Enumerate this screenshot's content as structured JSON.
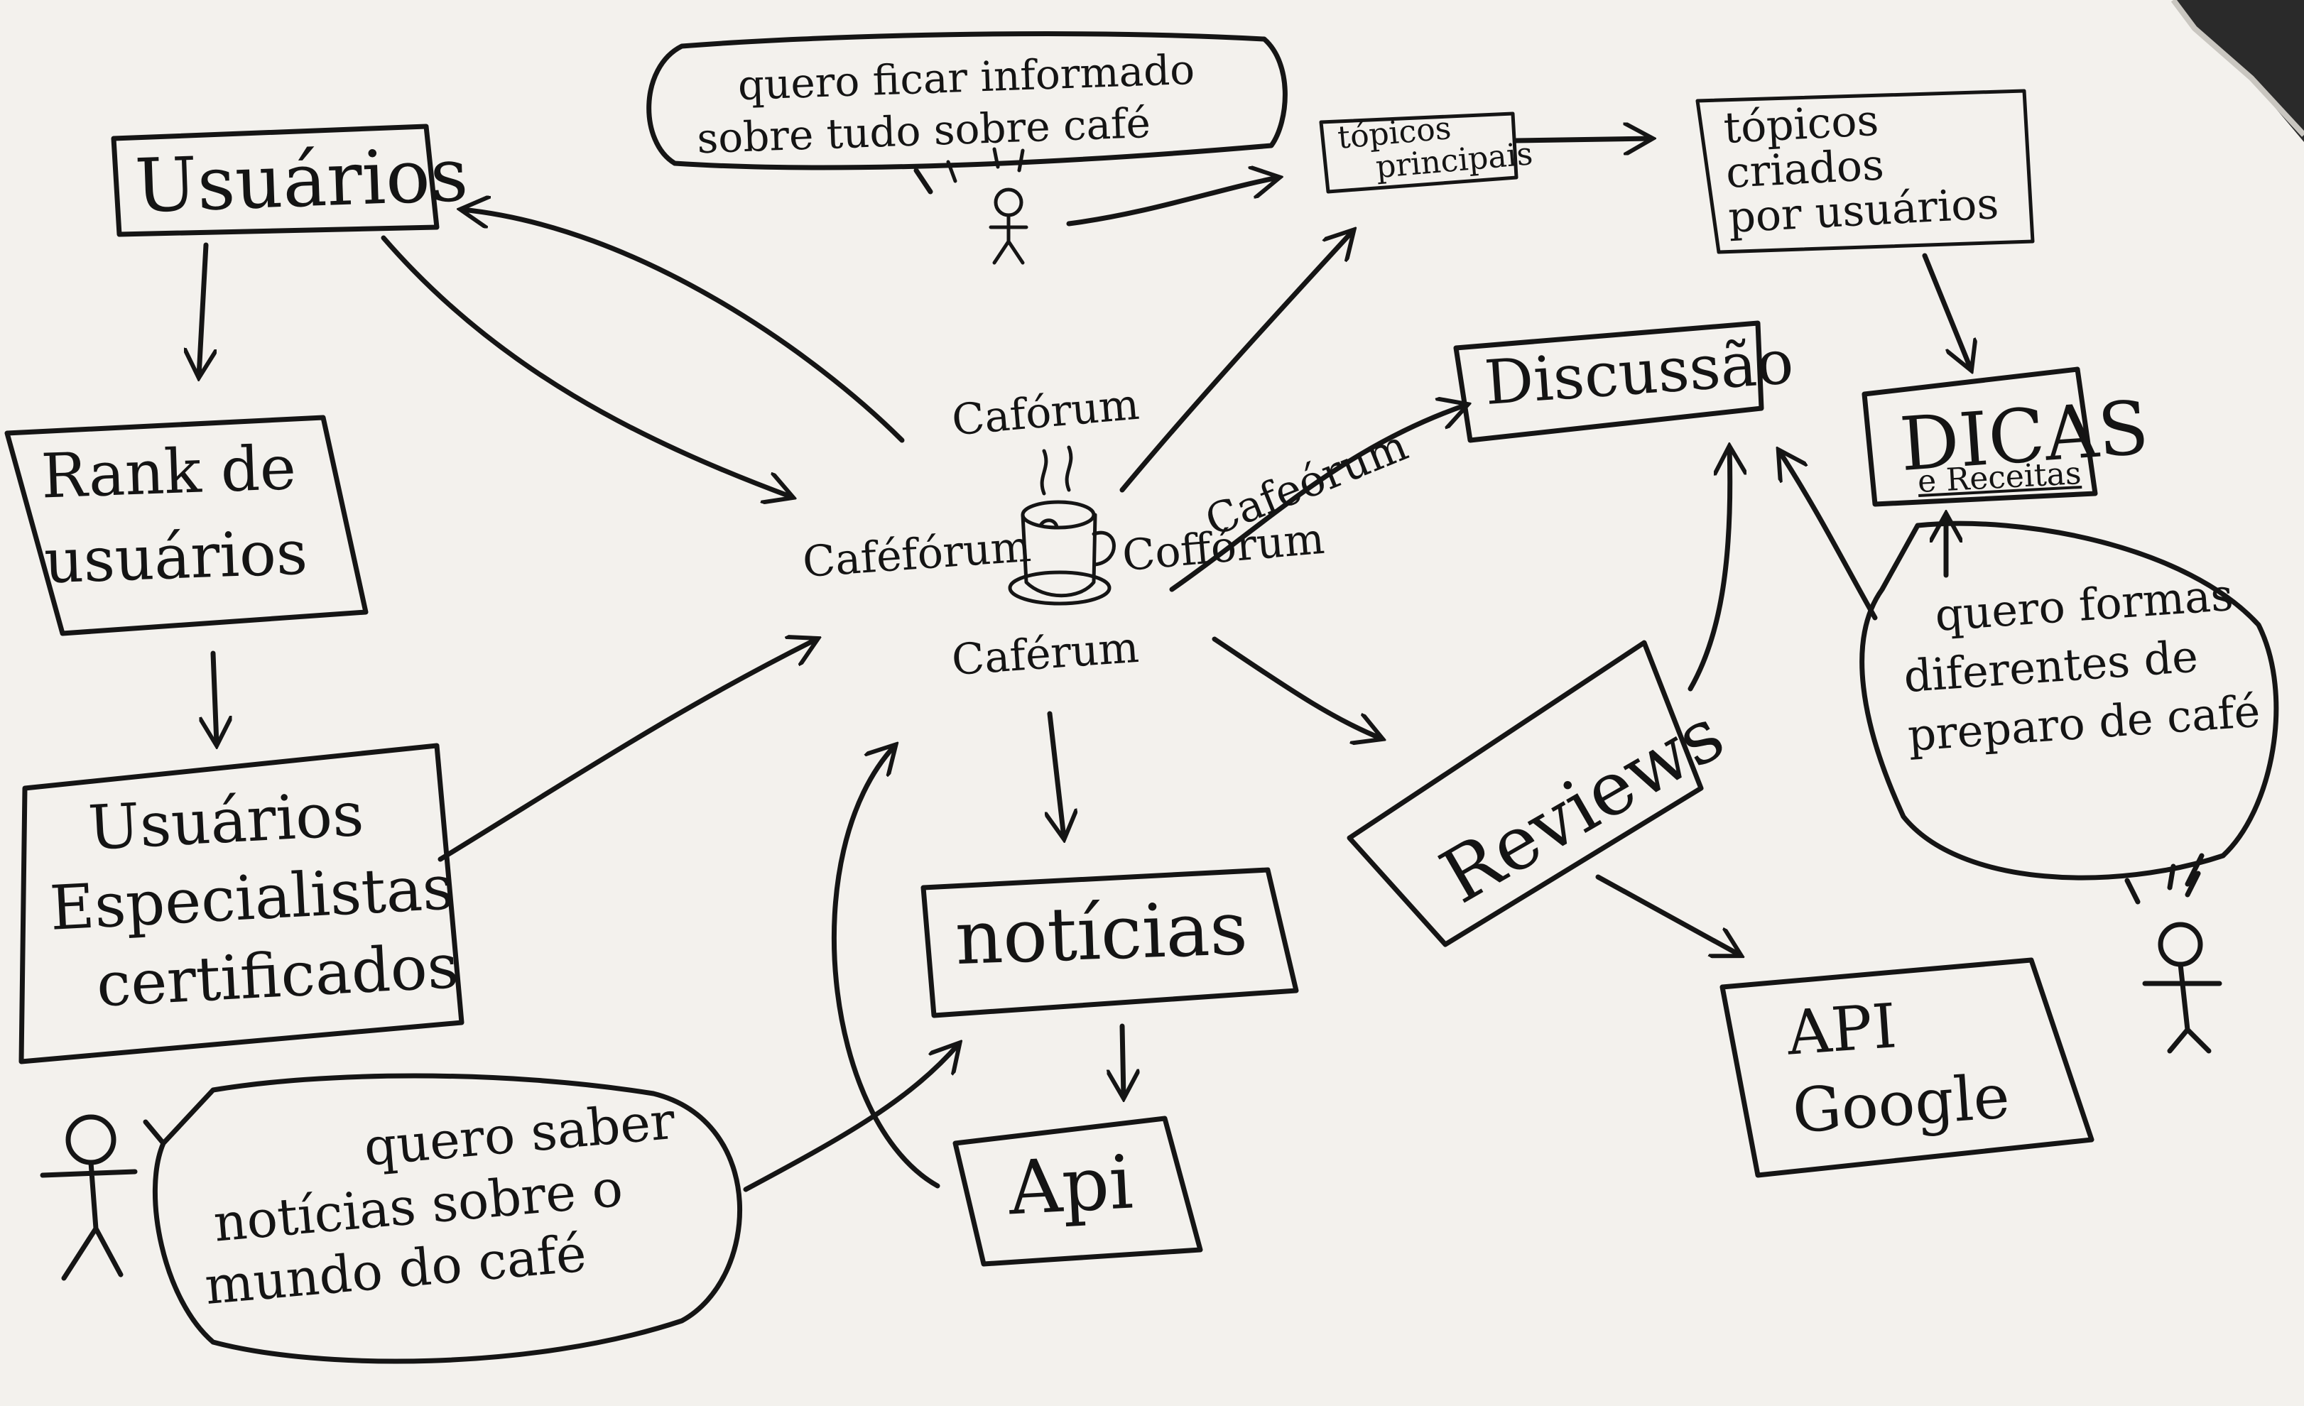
{
  "diagram": {
    "boxes": {
      "usuarios": "Usuários",
      "rank": [
        "Rank de",
        "usuários"
      ],
      "especialistas": [
        "Usuários",
        "Especialistas",
        "certificados"
      ],
      "noticias": "notícias",
      "api": "Api",
      "reviews": "Reviews",
      "api_google": [
        "API",
        "Google"
      ],
      "discussao": "Discussão",
      "topicos_principais": [
        "tópicos",
        "principais"
      ],
      "topicos_criados": [
        "tópicos",
        "criados",
        "por usuários"
      ],
      "dicas": "DICAS",
      "dicas_sub": "e Receitas"
    },
    "center": {
      "top": "Cafórum",
      "left": "Caféfórum",
      "right": "Coffórum",
      "bottom": "Caférum",
      "arrow_label": "Cafeórum"
    },
    "speech": {
      "top": [
        "quero ficar informado",
        "sobre tudo sobre café"
      ],
      "bottom_left": [
        "quero saber",
        "notícias sobre o",
        "mundo do café"
      ],
      "right": [
        "quero formas",
        "diferentes de",
        "preparo de café"
      ]
    }
  }
}
